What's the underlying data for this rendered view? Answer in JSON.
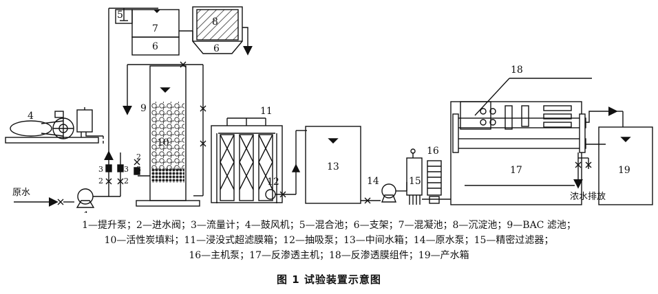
{
  "labels": {
    "n1": "1",
    "n2": "2",
    "n3": "3",
    "n4": "4",
    "n5": "5",
    "n6": "6",
    "n7": "7",
    "n8": "8",
    "n9": "9",
    "n10": "10",
    "n11": "11",
    "n12": "12",
    "n13": "13",
    "n14": "14",
    "n15": "15",
    "n16": "16",
    "n17": "17",
    "n18": "18",
    "n19": "19"
  },
  "inline_text": {
    "raw_water": "原水",
    "concentrate_discharge": "浓水排放"
  },
  "legend": {
    "line1": "1—提升泵；2—进水阀；3—流量计；4—鼓风机；5—混合池；6—支架；7—混凝池；8—沉淀池；9—BAC 滤池；",
    "line2": "10—活性炭填料；11—浸没式超滤膜箱；12—抽吸泵；13—中间水箱；14—原水泵；15—精密过滤器；",
    "line3": "16—主机泵；17—反渗透主机；18—反渗透膜组件；19—产水箱"
  },
  "caption": "图 1   试验装置示意图",
  "colors": {
    "stroke": "#111111",
    "hatch": "#333333"
  }
}
